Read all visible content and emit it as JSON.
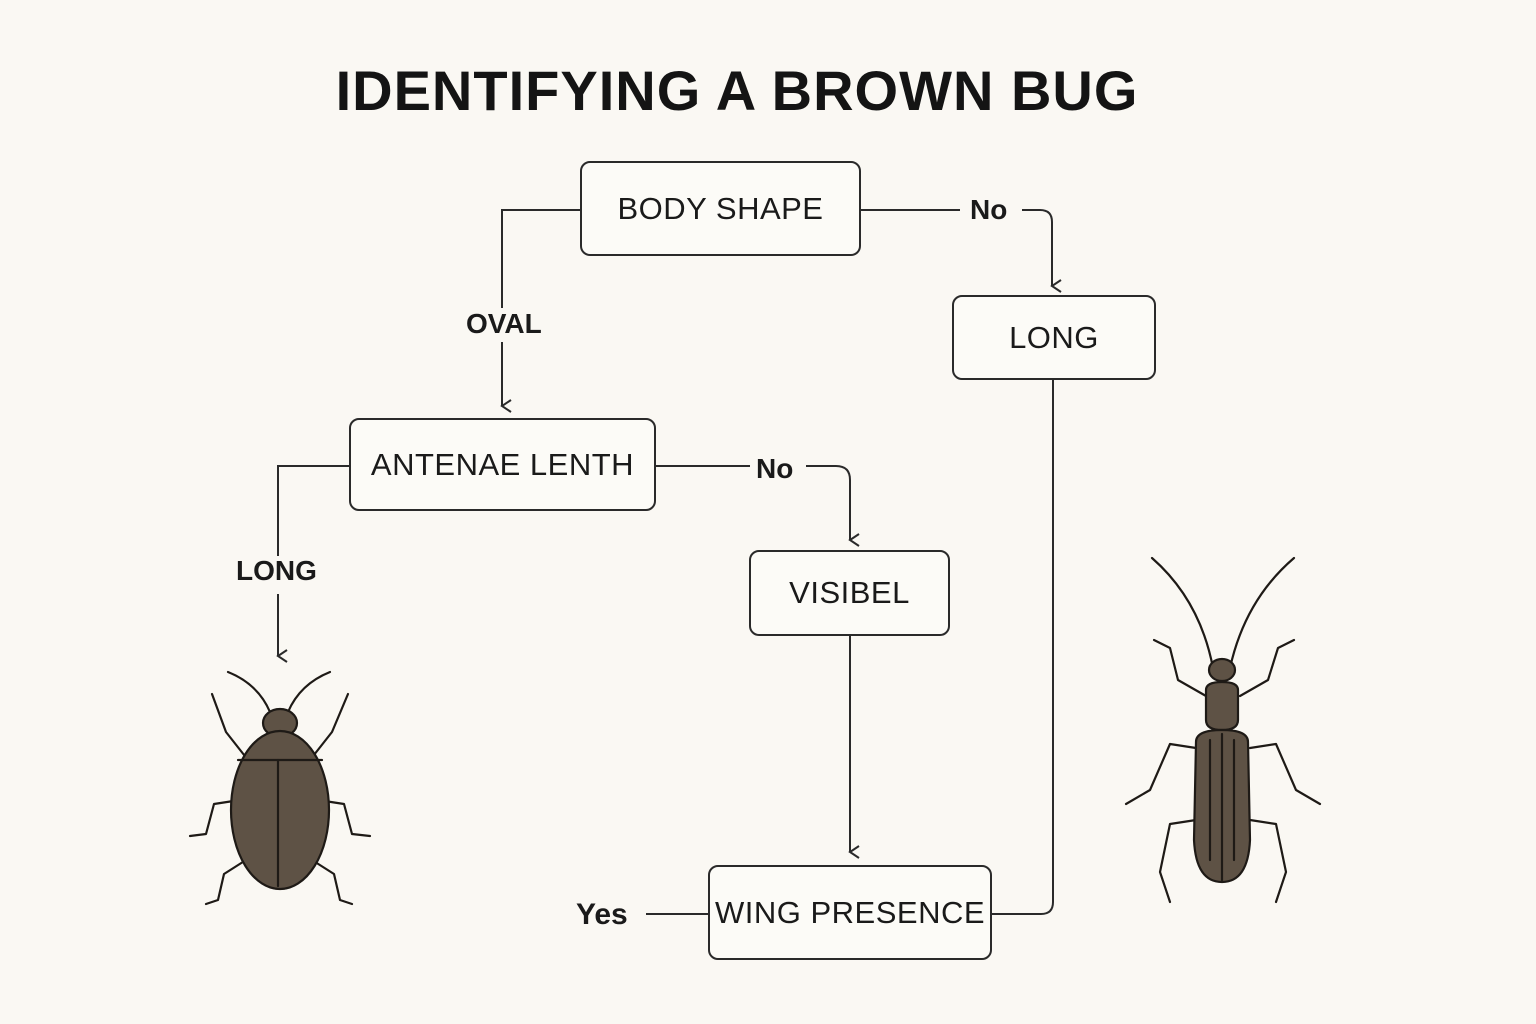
{
  "title": "IDENTIFYING A BROWN BUG",
  "nodes": {
    "body_shape": "BODY SHAPE",
    "long": "LONG",
    "antenae_lenth": "ANTENAE LENTH",
    "visibel": "VISIBEL",
    "wing_presence": "WING PRESENCE"
  },
  "edge_labels": {
    "no_top": "No",
    "oval": "OVAL",
    "no_middle": "No",
    "long_left": "LONG",
    "yes": "Yes"
  },
  "colors": {
    "background": "#faf8f3",
    "line": "#2a2a2a",
    "bug_body": "#5e5245",
    "bug_outline": "#1e1a16"
  },
  "illustrations": [
    "oval-brown-beetle-icon",
    "long-brown-beetle-icon"
  ]
}
